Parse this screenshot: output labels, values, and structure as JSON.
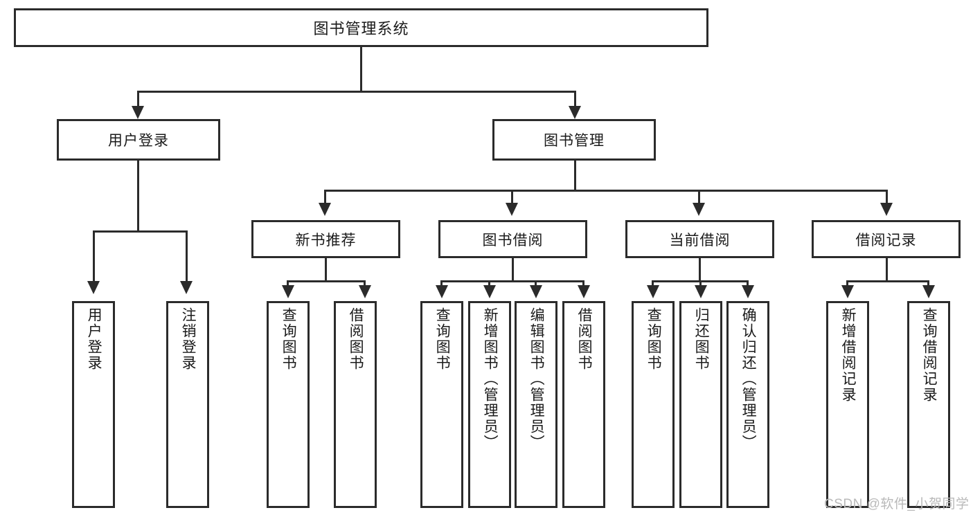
{
  "diagram": {
    "type": "tree",
    "title_node": {
      "label": "图书管理系统"
    },
    "level2": [
      {
        "label": "用户登录"
      },
      {
        "label": "图书管理"
      }
    ],
    "level3": [
      {
        "label": "新书推荐"
      },
      {
        "label": "图书借阅"
      },
      {
        "label": "当前借阅"
      },
      {
        "label": "借阅记录"
      }
    ],
    "leaves": {
      "user_login": [
        {
          "label": "用户登录"
        },
        {
          "label": "注销登录"
        }
      ],
      "new_book_recommend": [
        {
          "label": "查询图书"
        },
        {
          "label": "借阅图书"
        }
      ],
      "book_borrow": [
        {
          "label": "查询图书"
        },
        {
          "label": "新增图书（管理员）"
        },
        {
          "label": "编辑图书（管理员）"
        },
        {
          "label": "借阅图书"
        }
      ],
      "current_borrow": [
        {
          "label": "查询图书"
        },
        {
          "label": "归还图书"
        },
        {
          "label": "确认归还（管理员）"
        }
      ],
      "borrow_record": [
        {
          "label": "新增借阅记录"
        },
        {
          "label": "查询借阅记录"
        }
      ]
    }
  },
  "watermark": {
    "text": "CSDN @软件_小贺同学"
  },
  "colors": {
    "stroke": "#2b2b2b",
    "background": "#ffffff",
    "text": "#1a1a1a",
    "watermark": "#b9b9b9"
  }
}
